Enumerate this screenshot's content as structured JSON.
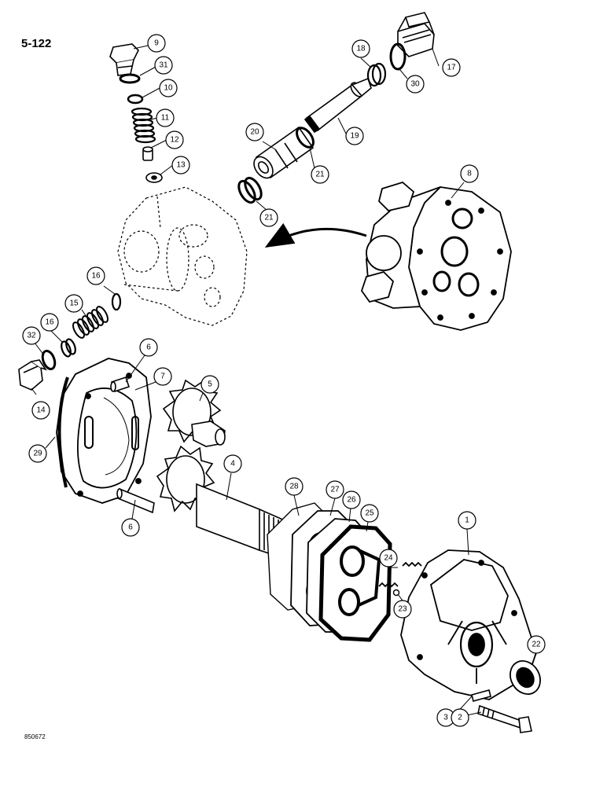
{
  "page_number": "5-122",
  "figure_code": "850672",
  "callouts": [
    {
      "id": "c9",
      "label": "9"
    },
    {
      "id": "c31",
      "label": "31"
    },
    {
      "id": "c10",
      "label": "10"
    },
    {
      "id": "c11",
      "label": "11"
    },
    {
      "id": "c12",
      "label": "12"
    },
    {
      "id": "c13",
      "label": "13"
    },
    {
      "id": "c18",
      "label": "18"
    },
    {
      "id": "c17",
      "label": "17"
    },
    {
      "id": "c30",
      "label": "30"
    },
    {
      "id": "c19",
      "label": "19"
    },
    {
      "id": "c20",
      "label": "20"
    },
    {
      "id": "c21a",
      "label": "21"
    },
    {
      "id": "c21b",
      "label": "21"
    },
    {
      "id": "c8",
      "label": "8"
    },
    {
      "id": "c16a",
      "label": "16"
    },
    {
      "id": "c15",
      "label": "15"
    },
    {
      "id": "c16b",
      "label": "16"
    },
    {
      "id": "c32",
      "label": "32"
    },
    {
      "id": "c6a",
      "label": "6"
    },
    {
      "id": "c7",
      "label": "7"
    },
    {
      "id": "c5",
      "label": "5"
    },
    {
      "id": "c14",
      "label": "14"
    },
    {
      "id": "c29",
      "label": "29"
    },
    {
      "id": "c4",
      "label": "4"
    },
    {
      "id": "c28",
      "label": "28"
    },
    {
      "id": "c27",
      "label": "27"
    },
    {
      "id": "c26",
      "label": "26"
    },
    {
      "id": "c25",
      "label": "25"
    },
    {
      "id": "c6b",
      "label": "6"
    },
    {
      "id": "c1",
      "label": "1"
    },
    {
      "id": "c24",
      "label": "24"
    },
    {
      "id": "c23",
      "label": "23"
    },
    {
      "id": "c22",
      "label": "22"
    },
    {
      "id": "c3",
      "label": "3"
    },
    {
      "id": "c2",
      "label": "2"
    }
  ]
}
